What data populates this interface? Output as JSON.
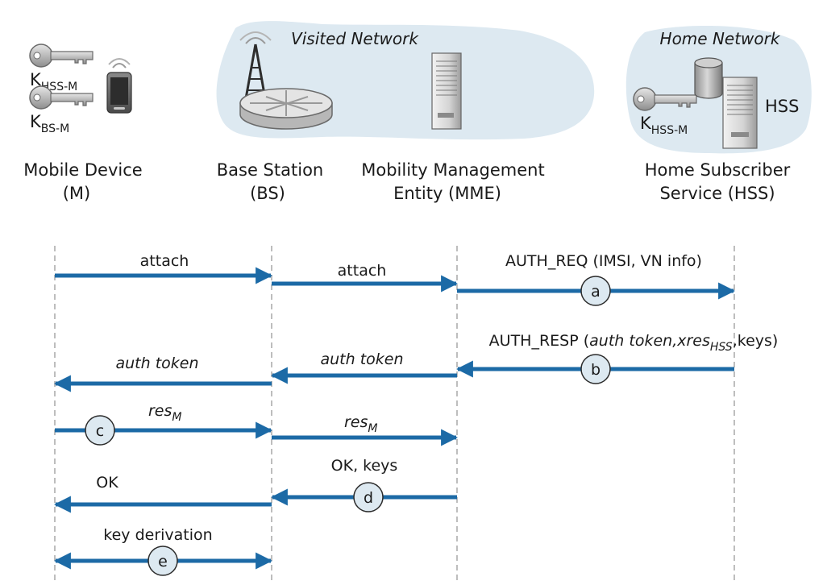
{
  "networks": {
    "visited": "Visited Network",
    "home": "Home Network"
  },
  "entities": {
    "mobile_device": {
      "line1": "Mobile Device",
      "line2": "(M)"
    },
    "base_station": {
      "line1": "Base Station",
      "line2": "(BS)"
    },
    "mme": {
      "line1": "Mobility Management",
      "line2": "Entity (MME)"
    },
    "hss": {
      "line1": "Home Subscriber",
      "line2": "Service (HSS)"
    }
  },
  "keys": {
    "k_hss_m_device": {
      "base": "K",
      "sub": "HSS-M"
    },
    "k_bs_m_device": {
      "base": "K",
      "sub": "BS-M"
    },
    "k_hss_m_home": {
      "base": "K",
      "sub": "HSS-M"
    },
    "hss_server_label": "HSS"
  },
  "messages": {
    "attach_m_bs": "attach",
    "attach_bs_mme": "attach",
    "auth_req": "AUTH_REQ (IMSI, VN info)",
    "auth_resp": {
      "prefix": "AUTH_RESP (",
      "token": "auth token",
      "comma": ",",
      "xres": "xres",
      "xres_sub": "HSS",
      "suffix": ",keys)"
    },
    "auth_token_mme_bs": "auth token",
    "auth_token_bs_m": "auth token",
    "res_m_bs": {
      "base": "res",
      "sub": "M"
    },
    "res_bs_mme": {
      "base": "res",
      "sub": "M"
    },
    "ok_keys": "OK, keys",
    "ok": "OK",
    "key_derivation": "key derivation"
  },
  "steps": {
    "a": "a",
    "b": "b",
    "c": "c",
    "d": "d",
    "e": "e"
  },
  "colors": {
    "arrow": "#1c6aa6",
    "cloud": "#dde9f1",
    "step_fill": "#dde9f1",
    "lifeline": "#9a9a9a"
  }
}
